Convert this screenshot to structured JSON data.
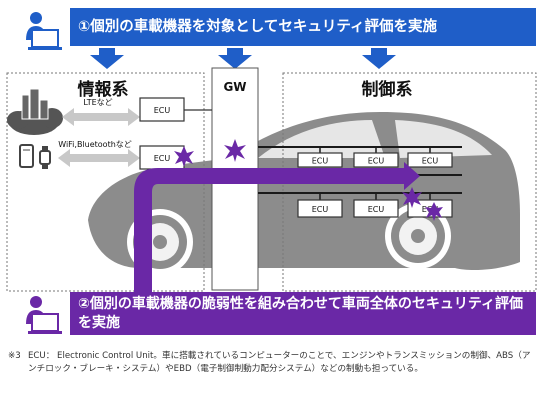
{
  "banner_top": {
    "text": "①個別の車載機器を対象としてセキュリティ評価を実施"
  },
  "banner_bottom": {
    "text": "②個別の車載機器の脆弱性を組み合わせて車両全体のセキュリティ評価を実施"
  },
  "info_system": {
    "title": "情報系",
    "lte_label": "LTEなど",
    "wifi_label": "WiFi,Bluetoothなど",
    "ecu_label": "ECU"
  },
  "gateway": {
    "label": "GW"
  },
  "control_system": {
    "title": "制御系",
    "ecu_label": "ECU"
  },
  "footnote": {
    "mark": "※3",
    "text": "ECU： Electronic Control Unit。車に搭載されているコンピューターのことで、エンジンやトランスミッションの制御、ABS（アンチロック・ブレーキ・システム）やEBD（電子制御制動力配分システム）などの制動も担っている。"
  },
  "colors": {
    "banner_top": "#1f5ec8",
    "banner_bottom": "#6a28a6",
    "attack_arrow": "#6a28a6",
    "down_arrow": "#1f5ec8",
    "car_body": "#8c8c8c",
    "ecu_bus": "#1a1a1a"
  }
}
